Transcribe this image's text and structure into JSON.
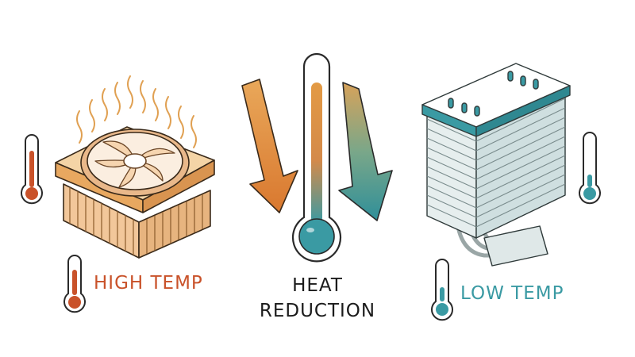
{
  "labels": {
    "high_temp": "HIGH TEMP",
    "heat_line1": "HEAT",
    "heat_line2": "REDUCTION",
    "low_temp": "LOW TEMP"
  },
  "colors": {
    "hot": "#c9522a",
    "hot_light": "#e9a85a",
    "cool": "#3a9aa3",
    "cool_light": "#bfe0e2",
    "ink": "#2a2a2a"
  },
  "icons": {
    "left_device": "cpu-fan-cooler-icon",
    "right_device": "tower-heatsink-icon",
    "thermometers": [
      "thermometer-hot-icon",
      "thermometer-cool-icon"
    ],
    "arrows": [
      "arrow-down-icon"
    ]
  }
}
